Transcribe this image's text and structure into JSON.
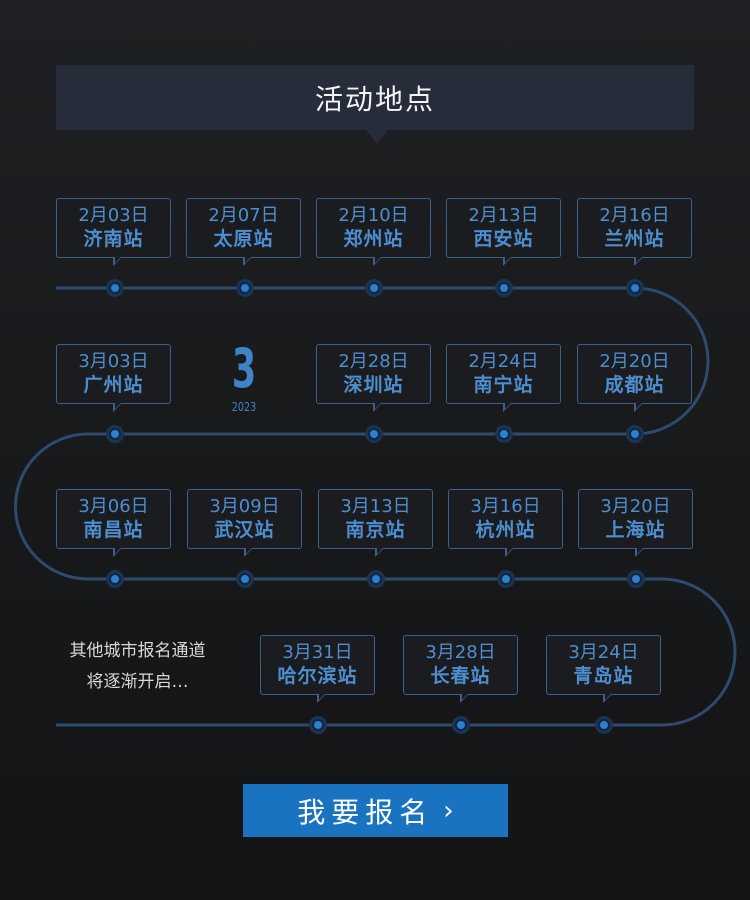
{
  "header": {
    "title": "活动地点"
  },
  "month_marker": {
    "month": "3",
    "year": "2023"
  },
  "notice": {
    "line1": "其他城市报名通道",
    "line2": "将逐渐开启…"
  },
  "register_button": {
    "label": "我要报名",
    "chevron": "›"
  },
  "colors": {
    "accent": "#4d8ecf",
    "track": "#2e4a6e",
    "button": "#1a73c1",
    "header_bg": "#262c3a"
  },
  "stops": [
    {
      "date": "2月03日",
      "city": "济南站"
    },
    {
      "date": "2月07日",
      "city": "太原站"
    },
    {
      "date": "2月10日",
      "city": "郑州站"
    },
    {
      "date": "2月13日",
      "city": "西安站"
    },
    {
      "date": "2月16日",
      "city": "兰州站"
    },
    {
      "date": "3月03日",
      "city": "广州站"
    },
    {
      "date": "2月28日",
      "city": "深圳站"
    },
    {
      "date": "2月24日",
      "city": "南宁站"
    },
    {
      "date": "2月20日",
      "city": "成都站"
    },
    {
      "date": "3月06日",
      "city": "南昌站"
    },
    {
      "date": "3月09日",
      "city": "武汉站"
    },
    {
      "date": "3月13日",
      "city": "南京站"
    },
    {
      "date": "3月16日",
      "city": "杭州站"
    },
    {
      "date": "3月20日",
      "city": "上海站"
    },
    {
      "date": "3月31日",
      "city": "哈尔滨站"
    },
    {
      "date": "3月28日",
      "city": "长春站"
    },
    {
      "date": "3月24日",
      "city": "青岛站"
    }
  ]
}
